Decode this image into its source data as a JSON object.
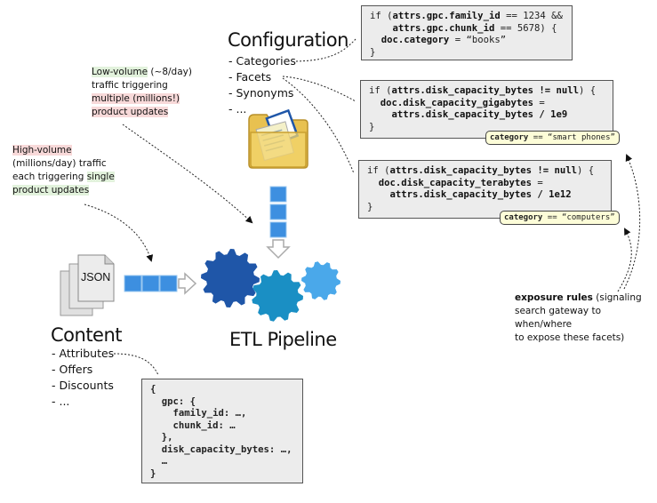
{
  "configuration": {
    "title": "Configuration",
    "items": [
      "- Categories",
      "- Facets",
      "- Synonyms",
      "- ..."
    ]
  },
  "content": {
    "title": "Content",
    "items": [
      "- Attributes",
      "- Offers",
      "- Discounts",
      "- ..."
    ]
  },
  "pipeline": {
    "title": "ETL Pipeline"
  },
  "json_doc": {
    "label": "JSON"
  },
  "notes": {
    "low_volume": {
      "hl1": "Low-volume",
      "t1": " (~8/day)",
      "t2": "traffic triggering",
      "hl2": "multiple (millions!)",
      "hl3": "product updates"
    },
    "high_volume": {
      "hl1": "High-volume",
      "t1": "(millions/day) traffic",
      "t2": "each triggering ",
      "hl2": "single",
      "hl3": "product updates"
    },
    "exposure": {
      "bold": "exposure rules",
      "t1": " (signaling",
      "t2": "search gateway to when/where",
      "t3": "to expose these facets)"
    }
  },
  "code_blocks": {
    "category_rule": {
      "l1a": "if (",
      "l1b": "attrs.gpc.family_id",
      "l1c": " == 1234 &&",
      "l2a": "    ",
      "l2b": "attrs.gpc.chunk_id",
      "l2c": " == 5678) {",
      "l3a": "  ",
      "l3b": "doc.category",
      "l3c": " = “books”",
      "l4": "}"
    },
    "facet_gb": {
      "l1a": "if (",
      "l1b": "attrs.disk_capacity_bytes != null",
      "l1c": ") {",
      "l2a": "  ",
      "l2b": "doc.disk_capacity_gigabytes",
      "l2c": " =",
      "l3a": "    ",
      "l3b": "attrs.disk_capacity_bytes / 1e9",
      "l3c": "",
      "l4": "}"
    },
    "facet_tb": {
      "l1a": "if (",
      "l1b": "attrs.disk_capacity_bytes != null",
      "l1c": ") {",
      "l2a": "  ",
      "l2b": "doc.disk_capacity_terabytes",
      "l2c": " =",
      "l3a": "    ",
      "l3b": "attrs.disk_capacity_bytes / 1e12",
      "l3c": "",
      "l4": "}"
    },
    "content_json": {
      "lines": [
        "{",
        "  gpc: {",
        "    family_id: …,",
        "    chunk_id: …",
        "  },",
        "  disk_capacity_bytes: …,",
        "  …",
        "}"
      ]
    }
  },
  "exposure_tags": {
    "smart_phones": {
      "key": "category",
      "op": " == ",
      "value": "“smart phones”"
    },
    "computers": {
      "key": "category",
      "op": " == ",
      "value": "“computers”"
    }
  },
  "colors": {
    "gear_dark": "#1f56a8",
    "gear_mid": "#1a8fc4",
    "gear_light": "#4aa8ea",
    "block_blue": "#3d8fe0",
    "folder_yellow": "#f3d46c"
  }
}
